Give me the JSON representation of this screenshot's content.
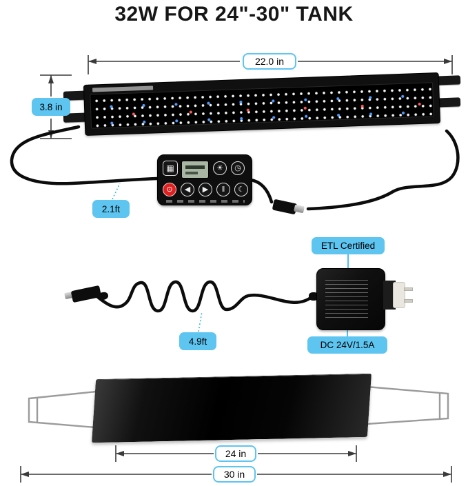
{
  "title": "32W FOR 24\"-30\" TANK",
  "labels": {
    "fixture_width": "22.0 in",
    "fixture_height": "3.8 in",
    "controller_cable_length": "2.1ft",
    "power_cable_length": "4.9ft",
    "certification": "ETL Certified",
    "power_spec": "DC 24V/1.5A",
    "inner_span": "24 in",
    "outer_span": "30 in"
  },
  "controller": {
    "buttons": [
      {
        "name": "settings-button",
        "glyph": "▦"
      },
      {
        "name": "daylight-button",
        "glyph": "☀"
      },
      {
        "name": "timer-button",
        "glyph": "◷"
      },
      {
        "name": "power-button",
        "glyph": "⊙"
      },
      {
        "name": "prev-button",
        "glyph": "◀"
      },
      {
        "name": "next-button",
        "glyph": "▶"
      },
      {
        "name": "pause-button",
        "glyph": "‖"
      },
      {
        "name": "moon-button",
        "glyph": "☾"
      }
    ]
  },
  "colors": {
    "label_blue": "#5ec4f0",
    "leader_blue": "#3fb6ec",
    "power_button_red": "#e02020",
    "led_white": "#f5f5f5",
    "led_blue": "#4f9cff",
    "led_red": "#ff5a5a",
    "fixture_black": "#101010"
  }
}
